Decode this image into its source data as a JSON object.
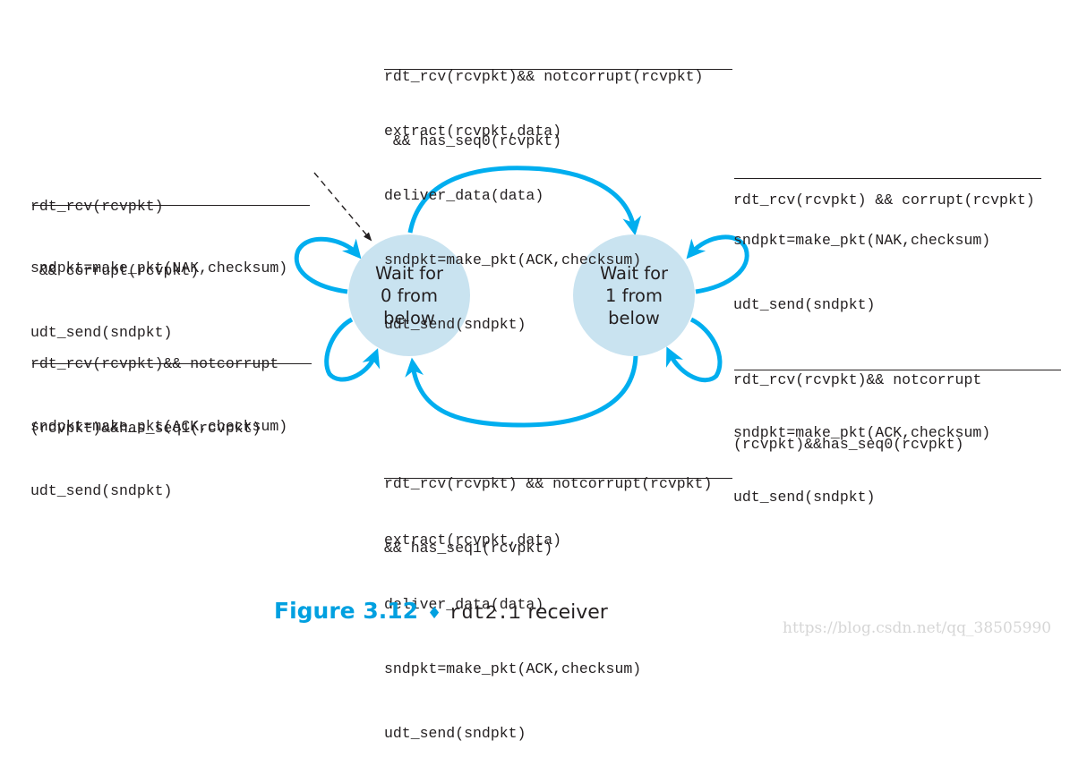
{
  "states": [
    {
      "id": "wait0",
      "lines": [
        "Wait for",
        "0 from",
        "below"
      ]
    },
    {
      "id": "wait1",
      "lines": [
        "Wait for",
        "1 from",
        "below"
      ]
    }
  ],
  "transitions": {
    "top": {
      "event": [
        "rdt_rcv(rcvpkt)&& notcorrupt(rcvpkt)",
        " && has_seq0(rcvpkt)"
      ],
      "actions": [
        "extract(rcvpkt,data)",
        "deliver_data(data)",
        "sndpkt=make_pkt(ACK,checksum)",
        "udt_send(sndpkt)"
      ]
    },
    "left_upper": {
      "event": [
        "rdt_rcv(rcvpkt)",
        " && corrupt(rcvpkt)"
      ],
      "actions": [
        "sndpkt=make_pkt(NAK,checksum)",
        "udt_send(sndpkt)"
      ]
    },
    "left_lower": {
      "event": [
        "rdt_rcv(rcvpkt)&& notcorrupt",
        "(rcvpkt)&&has_seq1(rcvpkt)"
      ],
      "actions": [
        "sndpkt=make_pkt(ACK,checksum)",
        "udt_send(sndpkt)"
      ]
    },
    "right_upper": {
      "event": [
        "rdt_rcv(rcvpkt) && corrupt(rcvpkt)"
      ],
      "actions": [
        "sndpkt=make_pkt(NAK,checksum)",
        "udt_send(sndpkt)"
      ]
    },
    "right_lower": {
      "event": [
        "rdt_rcv(rcvpkt)&& notcorrupt",
        "(rcvpkt)&&has_seq0(rcvpkt)"
      ],
      "actions": [
        "sndpkt=make_pkt(ACK,checksum)",
        "udt_send(sndpkt)"
      ]
    },
    "bottom": {
      "event": [
        "rdt_rcv(rcvpkt) && notcorrupt(rcvpkt)",
        "&& has_seq1(rcvpkt)"
      ],
      "actions": [
        "extract(rcvpkt,data)",
        "deliver_data(data)",
        "sndpkt=make_pkt(ACK,checksum)",
        "udt_send(sndpkt)"
      ]
    }
  },
  "caption": {
    "figure": "Figure 3.12",
    "separator": "♦",
    "code": "rdt2.1",
    "text": "receiver"
  },
  "watermark": "https://blog.csdn.net/qq_38505990",
  "colors": {
    "arrow": "#00aeef",
    "state_fill": "#c9e3f0",
    "caption": "#00a0e0",
    "text": "#231f20"
  }
}
